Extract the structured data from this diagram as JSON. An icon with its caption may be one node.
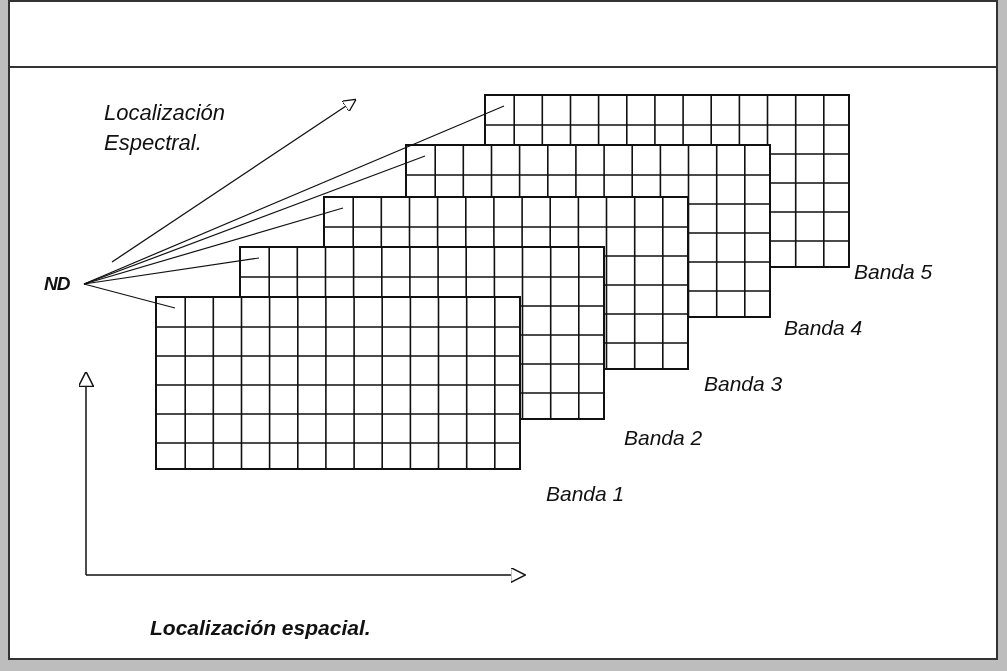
{
  "diagram": {
    "nodes": [
      {
        "text": [
          "ND"
        ]
      },
      {
        "text": [],
        "shape": "grid",
        "beside": [
          "Banda 1"
        ]
      },
      {
        "text": [],
        "shape": "grid",
        "beside": [
          "Banda 2"
        ]
      },
      {
        "text": [],
        "shape": "grid",
        "beside": [
          "Banda 3"
        ]
      },
      {
        "text": [],
        "shape": "grid",
        "beside": [
          "Banda 4"
        ]
      },
      {
        "text": [],
        "shape": "grid",
        "beside": [
          "Banda 5"
        ]
      }
    ],
    "edges": [
      {
        "from": 0,
        "to": 1,
        "arrow": "none"
      },
      {
        "from": 0,
        "to": 2,
        "arrow": "none"
      },
      {
        "from": 0,
        "to": 3,
        "arrow": "none"
      },
      {
        "from": 0,
        "to": 4,
        "arrow": "none"
      },
      {
        "from": 0,
        "to": 5,
        "arrow": "none"
      }
    ],
    "labels": [
      "Localización Espectral.",
      "Localización espacial."
    ]
  }
}
